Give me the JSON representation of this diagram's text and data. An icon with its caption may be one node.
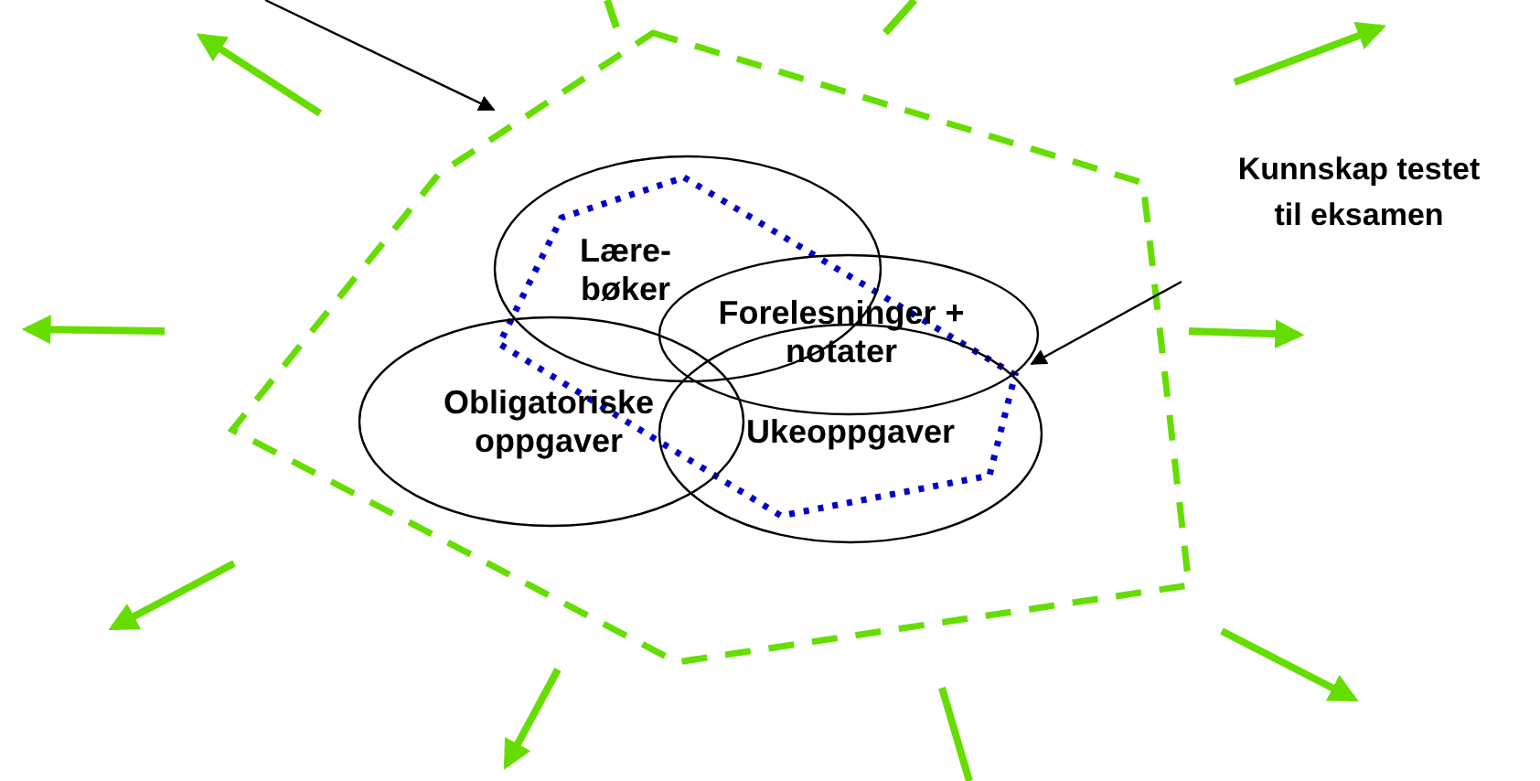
{
  "diagram": {
    "nodes": [
      {
        "text": [],
        "shape": "polygon"
      },
      {
        "text": [],
        "shape": "polygon",
        "in": 0
      },
      {
        "text": [
          "Kunnskap testet til eksamen"
        ]
      },
      {
        "text": [
          "Lære-bøker"
        ],
        "in": 0
      },
      {
        "text": [
          "Forelesninger + notater"
        ],
        "in": 0
      },
      {
        "text": [
          "Obligatoriske oppgaver"
        ],
        "in": 0
      },
      {
        "text": [
          "Ukeoppgaver"
        ],
        "in": 0
      }
    ],
    "edges": [
      {
        "from": null,
        "to": 0,
        "arrow": "to"
      },
      {
        "from": 2,
        "to": 1,
        "arrow": "to"
      }
    ]
  }
}
